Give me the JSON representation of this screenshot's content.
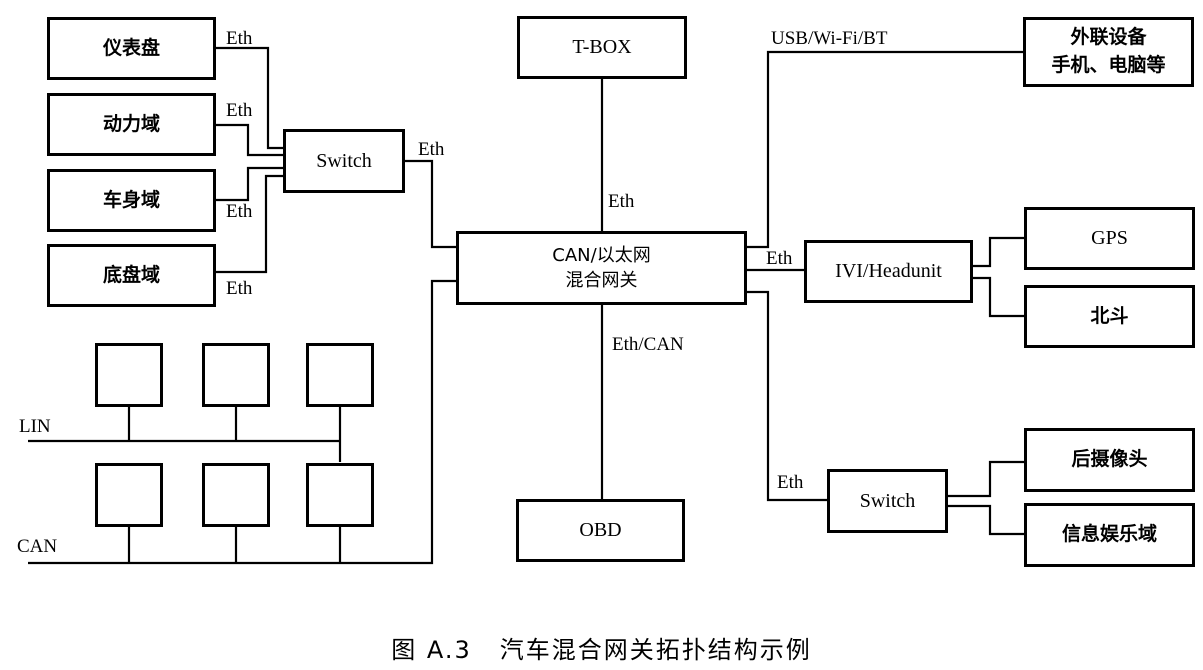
{
  "boxes": {
    "dashboard": "仪表盘",
    "powertrain": "动力域",
    "body": "车身域",
    "chassis": "底盘域",
    "switch_left": "Switch",
    "tbox": "T-BOX",
    "gateway_line1": "CAN/以太网",
    "gateway_line2": "混合网关",
    "obd": "OBD",
    "external_line1": "外联设备",
    "external_line2": "手机、电脑等",
    "ivi": "IVI/Headunit",
    "gps": "GPS",
    "beidou": "北斗",
    "switch_right": "Switch",
    "rear_camera": "后摄像头",
    "infotainment": "信息娱乐域"
  },
  "labels": {
    "eth_dashboard": "Eth",
    "eth_powertrain": "Eth",
    "eth_body": "Eth",
    "eth_chassis": "Eth",
    "eth_switch_gateway": "Eth",
    "eth_tbox": "Eth",
    "usb_wifi_bt": "USB/Wi-Fi/BT",
    "eth_ivi": "Eth",
    "eth_obd": "Eth/CAN",
    "eth_switch_right": "Eth",
    "lin": "LIN",
    "can": "CAN"
  },
  "caption": {
    "figure": "图 A.3",
    "title": "汽车混合网关拓扑结构示例"
  }
}
